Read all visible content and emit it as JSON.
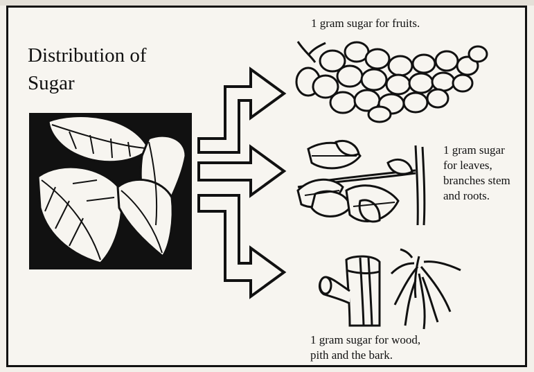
{
  "title_line1": "Distribution of",
  "title_line2": "Sugar",
  "labels": {
    "fruits": "1 gram sugar for fruits.",
    "leaves_1": "1 gram sugar",
    "leaves_2": "for leaves,",
    "leaves_3": "branches stem",
    "leaves_4": "and roots.",
    "wood_1": "1 gram sugar for wood,",
    "wood_2": "pith and the bark."
  },
  "icons": [
    "leaf-cluster-icon",
    "arrow-icon",
    "grapes-icon",
    "branch-leaves-icon",
    "wood-stem-icon",
    "roots-icon"
  ],
  "colors": {
    "ink": "#111111",
    "paper": "#f7f5f0"
  }
}
